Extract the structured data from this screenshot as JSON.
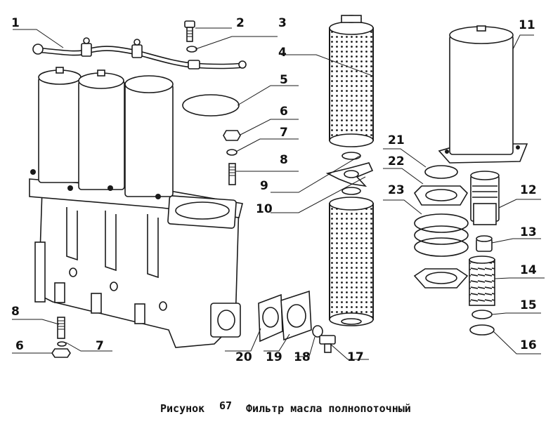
{
  "caption": {
    "prefix": "Рисунок",
    "number": "67",
    "title": "Фильтр масла полнопоточный"
  },
  "callouts": [
    "1",
    "2",
    "3",
    "4",
    "5",
    "6",
    "7",
    "8",
    "9",
    "10",
    "11",
    "12",
    "13",
    "14",
    "15",
    "16",
    "17",
    "18",
    "19",
    "20",
    "21",
    "22",
    "23",
    "8",
    "6",
    "7"
  ],
  "colors": {
    "ink": "#1a1a1a",
    "paper": "#ffffff"
  }
}
